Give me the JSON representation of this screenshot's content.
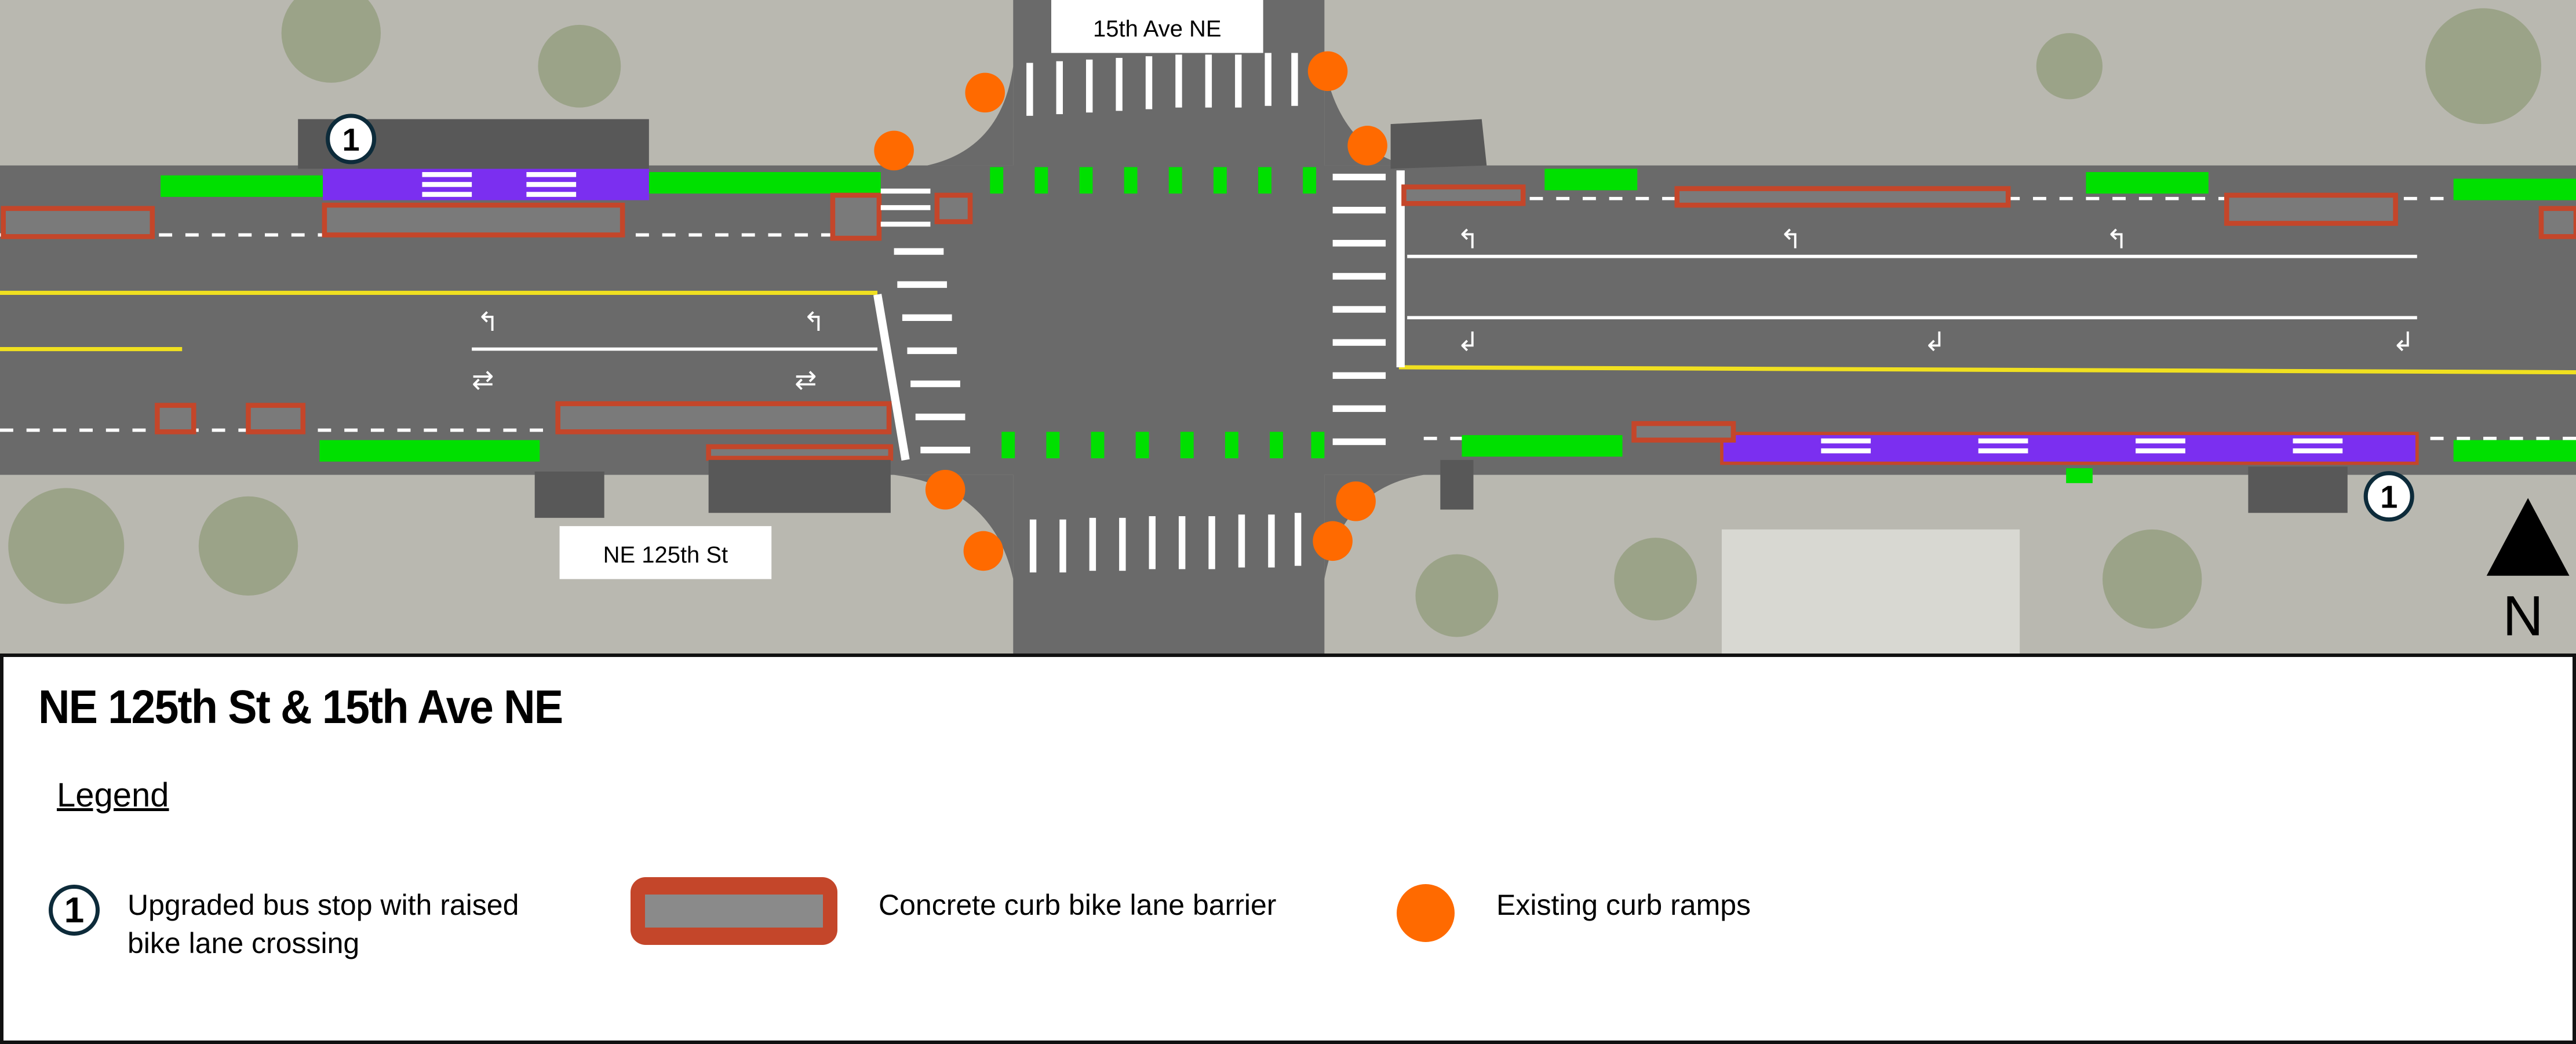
{
  "map": {
    "street_label_north": "15th Ave NE",
    "street_label_west": "NE 125th St",
    "north_label": "N",
    "bus_stop_number": "1"
  },
  "legend_panel": {
    "title": "NE 125th St & 15th Ave NE",
    "heading": "Legend",
    "items": [
      {
        "symbol": "1",
        "label_line1": "Upgraded bus stop with raised",
        "label_line2": "bike lane crossing"
      },
      {
        "label": "Concrete curb bike lane barrier"
      },
      {
        "label": "Existing curb ramps"
      }
    ]
  },
  "colors": {
    "bike_lane": "#00e000",
    "bus_platform": "#7b2ff0",
    "barrier": "#c4462a",
    "curb_ramp": "#ff6a00",
    "road": "#6a6a6a"
  }
}
